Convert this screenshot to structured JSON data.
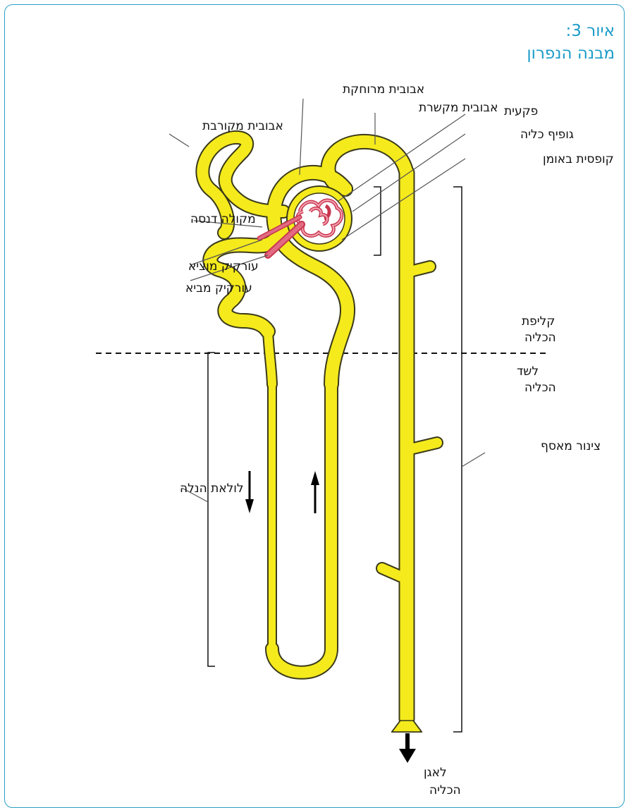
{
  "figure": {
    "number": "איור 3:",
    "title": "מבנה הנפרון"
  },
  "labels": {
    "distal_tubule": "אבובית מרוחקת",
    "connecting_tubule": "אבובית מקשרת",
    "proximal_tubule": "אבובית מקורבת",
    "glomerulus": "פקעית",
    "renal_corpuscle": "גופיף כליה",
    "bowman_capsule": "קופסית באומן",
    "macula_densa": "מקולה דנסה",
    "efferent_arteriole": "עורקיק מוציא",
    "afferent_arteriole": "עורקיק מביא",
    "cortex_line1": "קליפת",
    "cortex_line2": "הכליה",
    "medulla_line1": "לשד",
    "medulla_line2": "הכליה",
    "collecting_duct": "צינור מאסף",
    "loop_of_henle": "לולאת הנלה",
    "to_pelvis_line1": "לאגן",
    "to_pelvis_line2": "הכליה"
  },
  "colors": {
    "tubule": "#f5ea1c",
    "tubule_outline": "#3a3a1a",
    "vessel": "#e26b82",
    "accent": "#1b9cc8"
  }
}
